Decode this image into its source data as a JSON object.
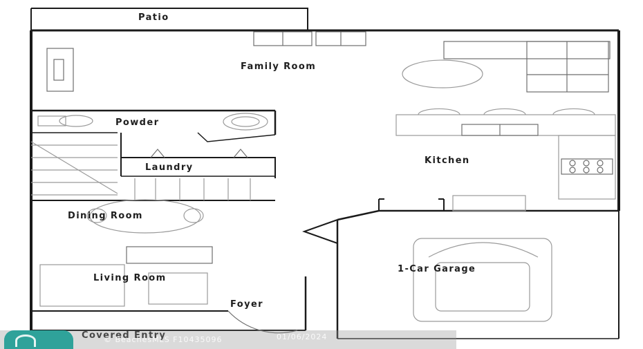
{
  "rooms": {
    "patio": "Patio",
    "family_room": "Family Room",
    "powder": "Powder",
    "laundry": "Laundry",
    "kitchen": "Kitchen",
    "dining_room": "Dining Room",
    "living_room": "Living Room",
    "foyer": "Foyer",
    "garage": "1-Car Garage",
    "covered_entry": "Covered Entry"
  },
  "watermark": {
    "source": "© BeachesMLS",
    "listing_id": "F10435096",
    "date": "01/06/2024"
  }
}
